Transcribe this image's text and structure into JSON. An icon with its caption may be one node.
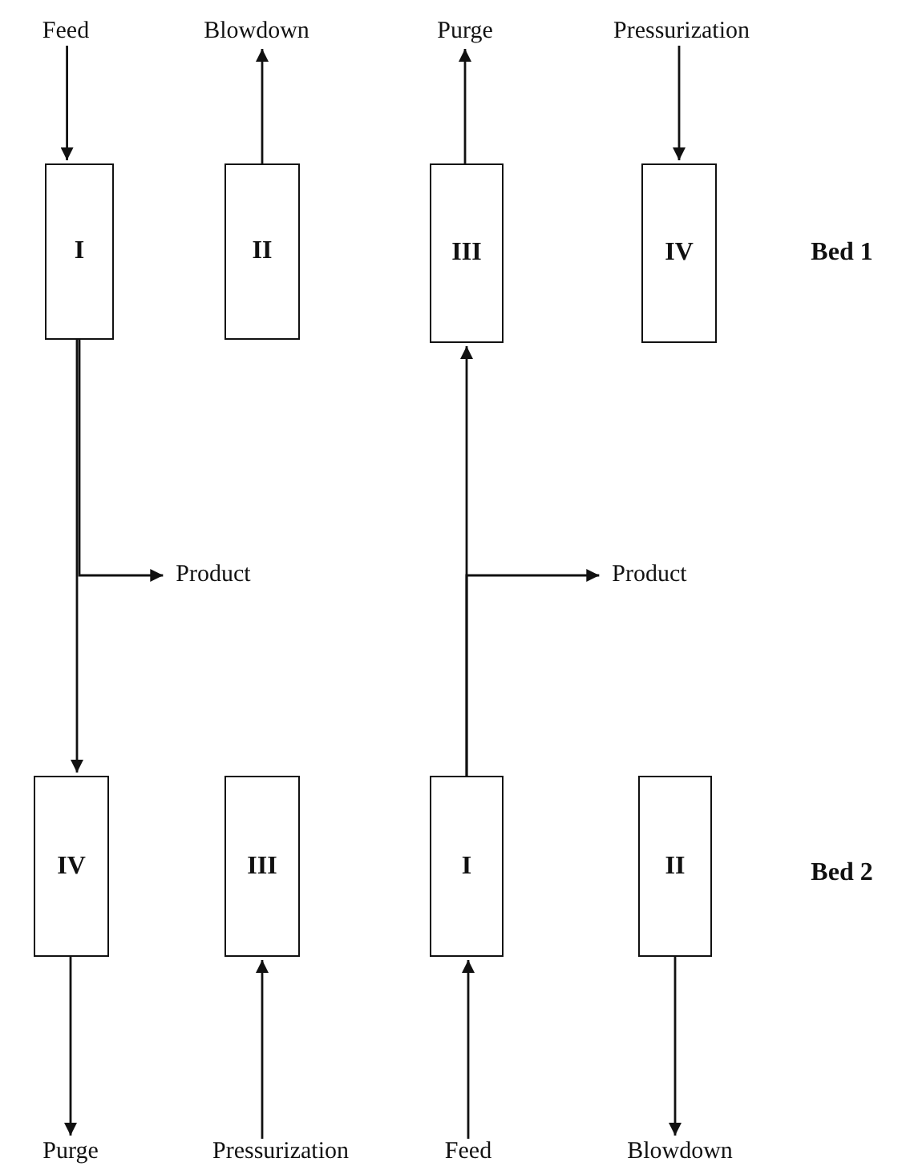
{
  "diagram": {
    "nodes": [
      {
        "text": [
          "Feed"
        ]
      },
      {
        "text": [
          "Blowdown"
        ]
      },
      {
        "text": [
          "Purge"
        ]
      },
      {
        "text": [
          "Pressurization"
        ]
      },
      {
        "text": [
          "I"
        ]
      },
      {
        "text": [
          "II"
        ]
      },
      {
        "text": [
          "III"
        ]
      },
      {
        "text": [
          "IV"
        ]
      },
      {
        "text": [
          "Product"
        ]
      },
      {
        "text": [
          "Product"
        ]
      },
      {
        "text": [
          "IV"
        ]
      },
      {
        "text": [
          "III"
        ]
      },
      {
        "text": [
          "I"
        ]
      },
      {
        "text": [
          "II"
        ]
      },
      {
        "text": [
          "Purge"
        ]
      },
      {
        "text": [
          "Pressurization"
        ]
      },
      {
        "text": [
          "Feed"
        ]
      },
      {
        "text": [
          "Blowdown"
        ]
      }
    ],
    "edges": [
      {
        "from": 0,
        "to": 4,
        "arrow": "to"
      },
      {
        "from": 5,
        "to": 1,
        "arrow": "to"
      },
      {
        "from": 6,
        "to": 2,
        "arrow": "to"
      },
      {
        "from": 3,
        "to": 7,
        "arrow": "to"
      },
      {
        "from": 4,
        "to": 10,
        "arrow": "to"
      },
      {
        "from": 4,
        "to": 8,
        "arrow": "to"
      },
      {
        "from": 12,
        "to": 6,
        "arrow": "to"
      },
      {
        "from": 12,
        "to": 9,
        "arrow": "to"
      },
      {
        "from": 10,
        "to": 14,
        "arrow": "to"
      },
      {
        "from": 15,
        "to": 11,
        "arrow": "to"
      },
      {
        "from": 16,
        "to": 12,
        "arrow": "to"
      },
      {
        "from": 13,
        "to": 17,
        "arrow": "to"
      }
    ],
    "labels": [
      "Bed 1",
      "Bed 2"
    ]
  }
}
